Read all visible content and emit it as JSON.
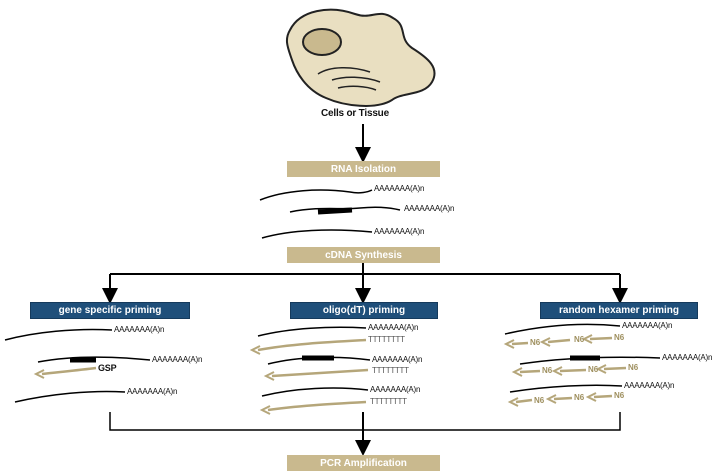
{
  "source_label": "Cells or Tissue",
  "steps": {
    "rna_isolation": "RNA Isolation",
    "cdna_synthesis": "cDNA Synthesis",
    "pcr_amplification": "PCR Amplification"
  },
  "methods": {
    "gene_specific": "gene specific priming",
    "oligo_dt": "oligo(dT) priming",
    "random_hexamer": "random hexamer priming"
  },
  "strand_labels": {
    "polyA": "AAAAAAA(A)n",
    "oligo_t": "TTTTTTTT",
    "gsp": "GSP",
    "hexamer": "N6"
  },
  "colors": {
    "step_box": "#c9b98e",
    "method_box": "#1f4f7a",
    "cdna_strand": "#b5a67a",
    "cell_fill": "#e9dfc1"
  }
}
